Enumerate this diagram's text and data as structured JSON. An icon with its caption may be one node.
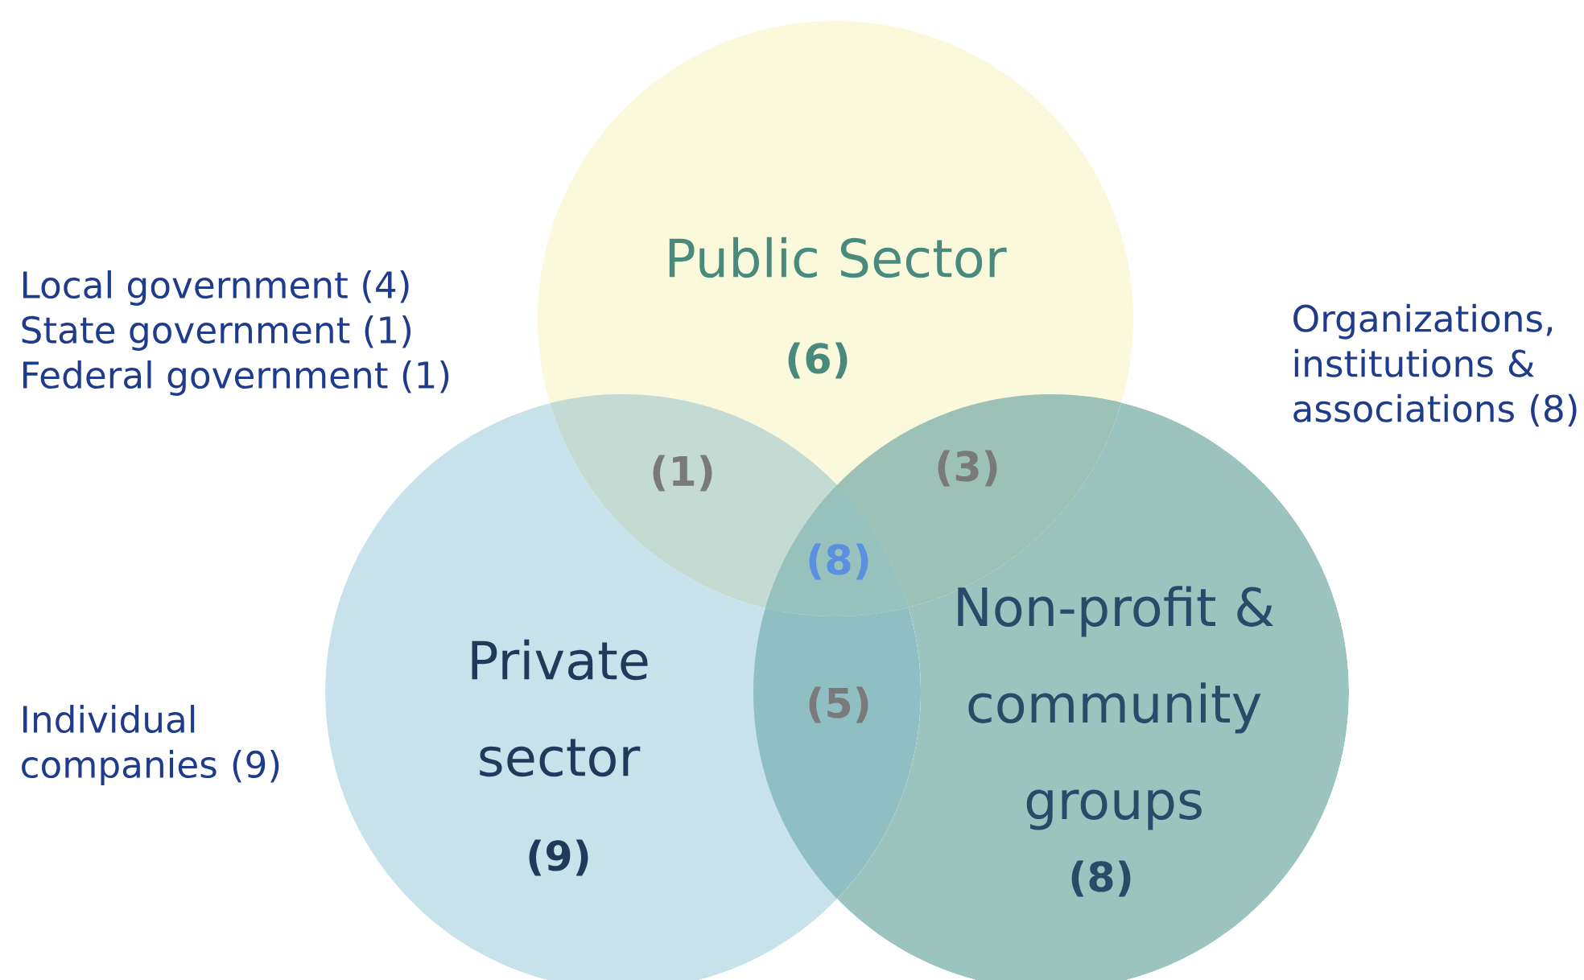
{
  "diagram": {
    "nodes": [
      {
        "text": [
          "Public Sector",
          "(6)"
        ]
      },
      {
        "text": [
          "Private sector",
          "(9)"
        ]
      },
      {
        "text": [
          "Non-profit & community groups",
          "(8)"
        ]
      }
    ],
    "labels": [
      "Local government (4)",
      "State government (1)",
      "Federal government (1)",
      "Organizations, institutions & associations (8)",
      "(1)",
      "(3)",
      "(8)",
      "(5)",
      "Individual companies (9)"
    ]
  }
}
